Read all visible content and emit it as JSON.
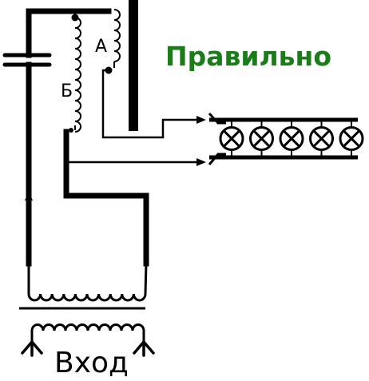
{
  "status_label": "Правильно",
  "winding_a_label": "А",
  "winding_b_label": "Б",
  "input_label": "Вход",
  "lamp_count": 5,
  "colors": {
    "wire": "#000000",
    "status_text": "#1a7d1a",
    "background": "#ffffff"
  }
}
